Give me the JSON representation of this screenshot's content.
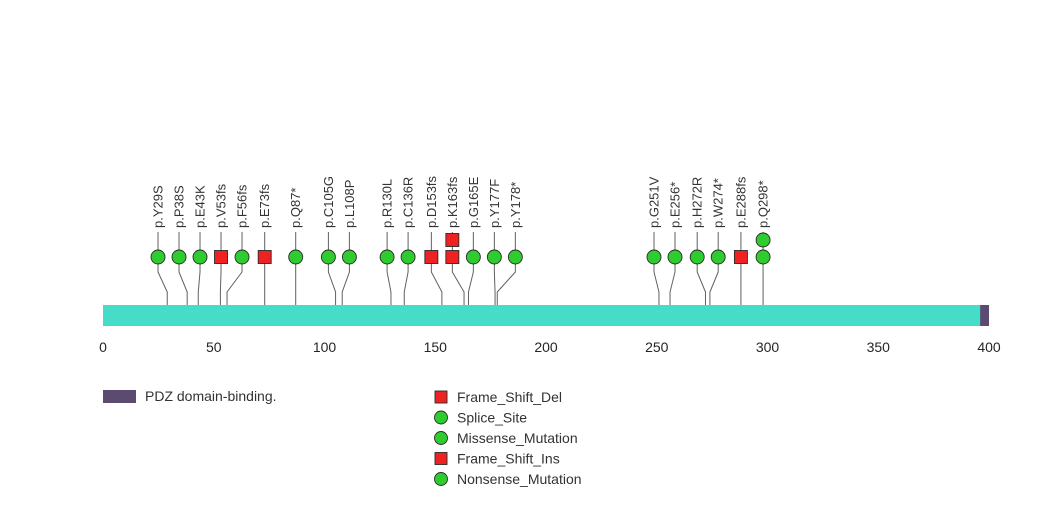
{
  "chart_data": {
    "type": "lollipop",
    "title": "",
    "xlabel": "",
    "xlim": [
      0,
      400
    ],
    "x_ticks": [
      0,
      50,
      100,
      150,
      200,
      250,
      300,
      350,
      400
    ],
    "grid": false,
    "protein": {
      "bar_color": "#45DCC8",
      "domains": [
        {
          "name": "PDZ domain-binding.",
          "start": 396,
          "end": 400,
          "color": "#5C4B70"
        }
      ]
    },
    "mutations": [
      {
        "label": "p.Y29S",
        "pos": 29,
        "shape": "circle",
        "color": "#2ECC2E",
        "count": 1
      },
      {
        "label": "p.P38S",
        "pos": 38,
        "shape": "circle",
        "color": "#2ECC2E",
        "count": 1
      },
      {
        "label": "p.E43K",
        "pos": 43,
        "shape": "circle",
        "color": "#2ECC2E",
        "count": 1
      },
      {
        "label": "p.V53fs",
        "pos": 53,
        "shape": "square",
        "color": "#EE2222",
        "count": 1
      },
      {
        "label": "p.F56fs",
        "pos": 56,
        "shape": "circle",
        "color": "#2ECC2E",
        "count": 1
      },
      {
        "label": "p.E73fs",
        "pos": 73,
        "shape": "square",
        "color": "#EE2222",
        "count": 1
      },
      {
        "label": "p.Q87*",
        "pos": 87,
        "shape": "circle",
        "color": "#2ECC2E",
        "count": 1
      },
      {
        "label": "p.C105G",
        "pos": 105,
        "shape": "circle",
        "color": "#2ECC2E",
        "count": 1
      },
      {
        "label": "p.L108P",
        "pos": 108,
        "shape": "circle",
        "color": "#2ECC2E",
        "count": 1
      },
      {
        "label": "p.R130L",
        "pos": 130,
        "shape": "circle",
        "color": "#2ECC2E",
        "count": 1
      },
      {
        "label": "p.C136R",
        "pos": 136,
        "shape": "circle",
        "color": "#2ECC2E",
        "count": 1
      },
      {
        "label": "p.D153fs",
        "pos": 153,
        "shape": "square",
        "color": "#EE2222",
        "count": 1
      },
      {
        "label": "p.K163fs",
        "pos": 163,
        "shape": "square",
        "color": "#EE2222",
        "count": 2
      },
      {
        "label": "p.G165E",
        "pos": 165,
        "shape": "circle",
        "color": "#2ECC2E",
        "count": 1
      },
      {
        "label": "p.Y177F",
        "pos": 177,
        "shape": "circle",
        "color": "#2ECC2E",
        "count": 1
      },
      {
        "label": "p.Y178*",
        "pos": 178,
        "shape": "circle",
        "color": "#2ECC2E",
        "count": 1
      },
      {
        "label": "p.G251V",
        "pos": 251,
        "shape": "circle",
        "color": "#2ECC2E",
        "count": 1
      },
      {
        "label": "p.E256*",
        "pos": 256,
        "shape": "circle",
        "color": "#2ECC2E",
        "count": 1
      },
      {
        "label": "p.H272R",
        "pos": 272,
        "shape": "circle",
        "color": "#2ECC2E",
        "count": 1
      },
      {
        "label": "p.W274*",
        "pos": 274,
        "shape": "circle",
        "color": "#2ECC2E",
        "count": 1
      },
      {
        "label": "p.E288fs",
        "pos": 288,
        "shape": "square",
        "color": "#EE2222",
        "count": 1
      },
      {
        "label": "p.Q298*",
        "pos": 298,
        "shape": "circle",
        "color": "#2ECC2E",
        "count": 2
      }
    ],
    "legend_domain": {
      "label": "PDZ domain-binding.",
      "color": "#5C4B70"
    },
    "legend_items": [
      {
        "label": "Frame_Shift_Del",
        "shape": "square",
        "color": "#EE2222"
      },
      {
        "label": "Splice_Site",
        "shape": "circle",
        "color": "#2ECC2E"
      },
      {
        "label": "Missense_Mutation",
        "shape": "circle",
        "color": "#2ECC2E"
      },
      {
        "label": "Frame_Shift_Ins",
        "shape": "square",
        "color": "#EE2222"
      },
      {
        "label": "Nonsense_Mutation",
        "shape": "circle",
        "color": "#2ECC2E"
      }
    ],
    "colors": {
      "stick": "#606060",
      "marker_outline": "#2B2B2B",
      "text": "#333333",
      "tick_text": "#262626"
    },
    "legend_position": "bottom-left"
  }
}
